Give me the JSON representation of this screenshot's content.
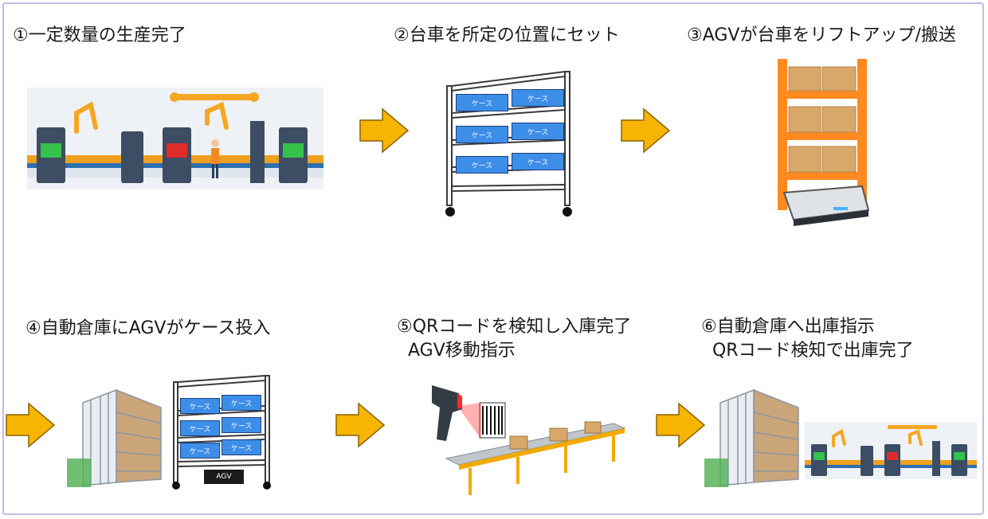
{
  "steps": [
    {
      "label": "①一定数量の生産完了"
    },
    {
      "label": "②台車を所定の位置にセット",
      "case_label": "ケース"
    },
    {
      "label": "③AGVが台車をリフトアップ/搬送"
    },
    {
      "label": "④自動倉庫にAGVがケース投入",
      "case_label": "ケース",
      "agv_label": "AGV"
    },
    {
      "label": "⑤QRコードを検知し入庫完了\n  AGV移動指示"
    },
    {
      "label": "⑥自動倉庫へ出庫指示\n  QRコード検知で出庫完了"
    }
  ],
  "colors": {
    "arrow": "#f7b400",
    "arrow_stroke": "#8a6400",
    "frame": "#cbb8e6",
    "case_fill": "#3d8ee8",
    "robot": "#f5a623",
    "shelf": "#ff8a1f"
  },
  "icons": [
    "production-line-icon",
    "cart-icon",
    "agv-rack-icon",
    "warehouse-icon",
    "scanner-icon",
    "conveyor-icon"
  ]
}
